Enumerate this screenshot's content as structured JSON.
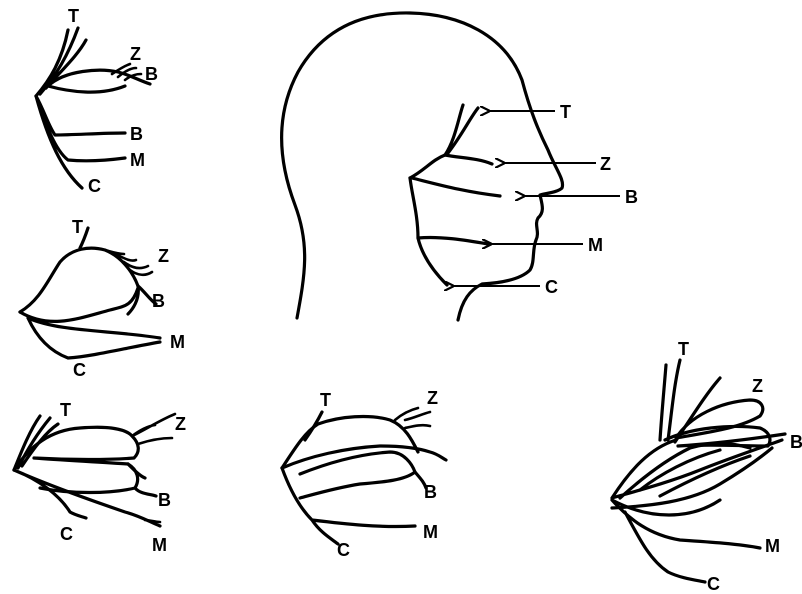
{
  "head": {
    "labels": {
      "t": "T",
      "z": "Z",
      "b": "B",
      "m": "M",
      "c": "C"
    }
  },
  "variant1": {
    "t": "T",
    "z": "Z",
    "b_upper": "B",
    "b_lower": "B",
    "m": "M",
    "c": "C"
  },
  "variant2": {
    "t": "T",
    "z": "Z",
    "b": "B",
    "m": "M",
    "c": "C"
  },
  "variant3": {
    "t": "T",
    "z": "Z",
    "b": "B",
    "m": "M",
    "c": "C"
  },
  "variant4": {
    "t": "T",
    "z": "Z",
    "b": "B",
    "m": "M",
    "c": "C"
  },
  "variant5": {
    "t": "T",
    "z": "Z",
    "b": "B",
    "m": "M",
    "c": "C"
  }
}
